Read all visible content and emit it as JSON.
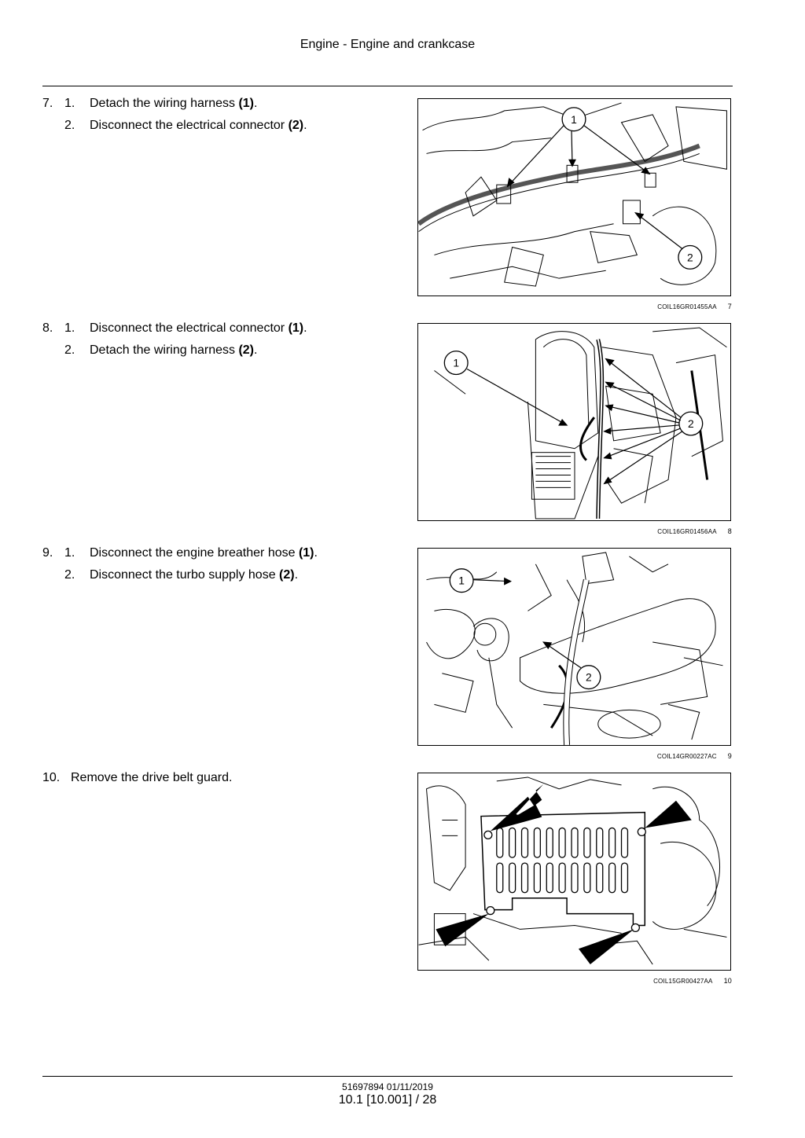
{
  "header": {
    "title": "Engine - Engine and crankcase"
  },
  "steps": [
    {
      "number": "7.",
      "items": [
        {
          "index": "1.",
          "text": "Detach the wiring harness ",
          "ref": "(1)",
          "end": "."
        },
        {
          "index": "2.",
          "text": "Disconnect the electrical connector ",
          "ref": "(2)",
          "end": "."
        }
      ],
      "figure": {
        "code": "COIL16GR01455AA",
        "number": "7",
        "callouts": [
          "1",
          "2"
        ]
      }
    },
    {
      "number": "8.",
      "items": [
        {
          "index": "1.",
          "text": "Disconnect the electrical connector ",
          "ref": "(1)",
          "end": "."
        },
        {
          "index": "2.",
          "text": "Detach the wiring harness ",
          "ref": "(2)",
          "end": "."
        }
      ],
      "figure": {
        "code": "COIL16GR01456AA",
        "number": "8",
        "callouts": [
          "1",
          "2"
        ]
      }
    },
    {
      "number": "9.",
      "items": [
        {
          "index": "1.",
          "text": "Disconnect the engine breather hose ",
          "ref": "(1)",
          "end": "."
        },
        {
          "index": "2.",
          "text": "Disconnect the turbo supply hose ",
          "ref": "(2)",
          "end": "."
        }
      ],
      "figure": {
        "code": "COIL14GR00227AC",
        "number": "9",
        "callouts": [
          "1",
          "2"
        ]
      }
    },
    {
      "number": "10.",
      "text": "Remove the drive belt guard.",
      "figure": {
        "code": "COIL15GR00427AA",
        "number": "10"
      }
    }
  ],
  "footer": {
    "doc": "51697894 01/11/2019",
    "page": "10.1 [10.001] / 28"
  }
}
